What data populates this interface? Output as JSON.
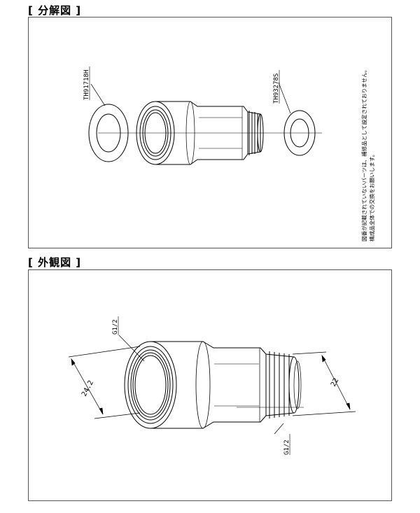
{
  "exploded": {
    "title": "[ 分解図 ]",
    "part_left": "TH91718H",
    "part_right": "TH93278S",
    "note_line1": "図番が記載されていないパーツは、補修品として設定されておりません。",
    "note_line2": "構成品全体での交換をお願いします。"
  },
  "exterior": {
    "title": "[ 外観図 ]",
    "thread_top": "G1/2",
    "thread_bottom": "G1/2",
    "dim_left": "24.2",
    "dim_right": "22"
  }
}
